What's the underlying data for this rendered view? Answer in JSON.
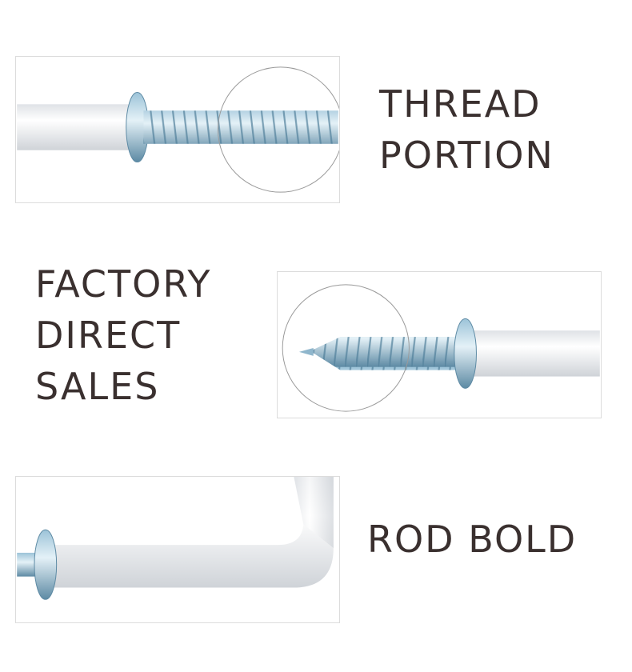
{
  "sections": [
    {
      "caption": [
        "THREAD",
        "PORTION"
      ]
    },
    {
      "caption": [
        "FACTORY",
        "DIRECT",
        "SALES"
      ]
    },
    {
      "caption": [
        "ROD BOLD"
      ]
    }
  ],
  "colors": {
    "text": "#3a302f",
    "rod": "#f1f2f4",
    "metal_light": "#cfe4ef",
    "metal_mid": "#8fb6cc",
    "metal_dark": "#4f7f9a",
    "border": "#dcdcdc"
  }
}
